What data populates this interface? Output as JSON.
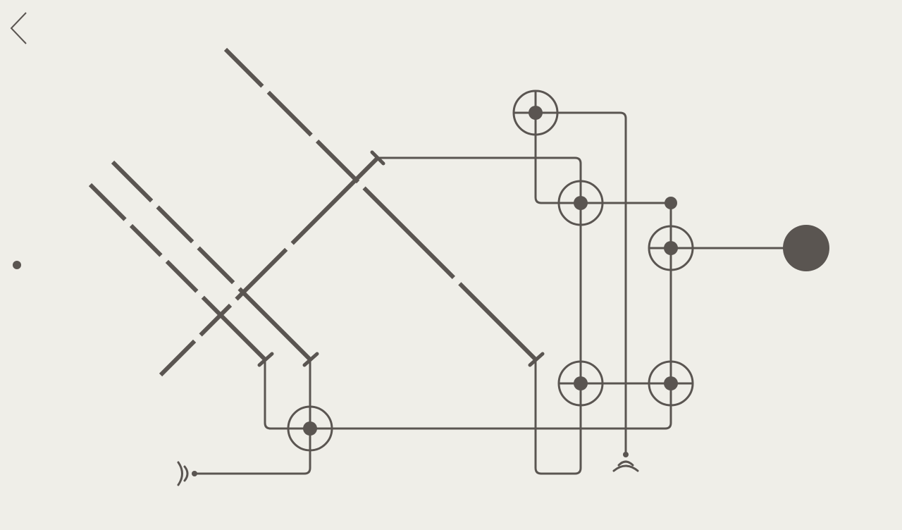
{
  "screen": "puzzle-level",
  "colors": {
    "background": "#efeee8",
    "ink": "#5a5551",
    "wire": "#5a5551"
  },
  "icons": {
    "back": "chevron-left-icon",
    "source": "signal-emitter-icon",
    "receiver": "signal-receiver-icon",
    "goal": "filled-circle-icon",
    "switch": "crosshair-node-icon"
  },
  "level": {
    "dashed_tracks": 4,
    "switch_nodes": 6,
    "goal_nodes": 1
  }
}
